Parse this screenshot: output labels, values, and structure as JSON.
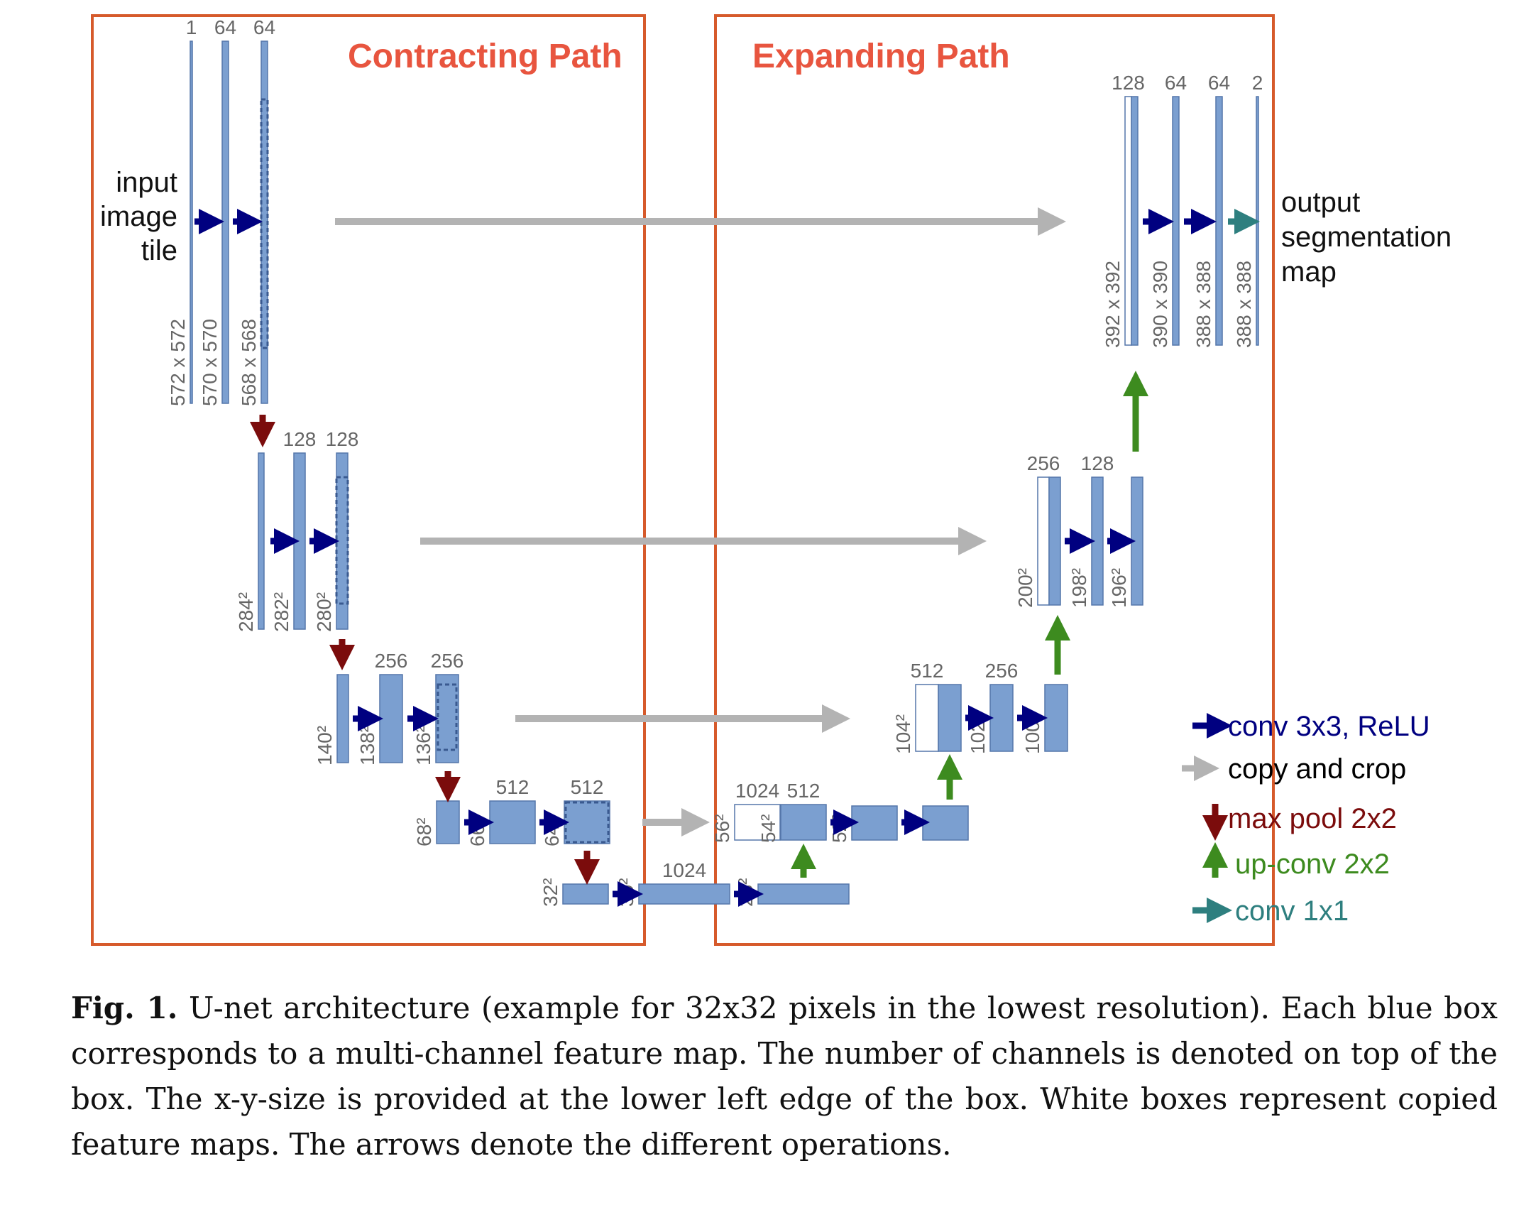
{
  "sections": {
    "contracting": "Contracting Path",
    "expanding": "Expanding Path"
  },
  "input_label": [
    "input",
    "image",
    "tile"
  ],
  "output_label": [
    "output",
    "segmentation",
    "map"
  ],
  "legend": [
    {
      "label": "conv 3x3, ReLU",
      "kind": "conv",
      "color": "#000080"
    },
    {
      "label": "copy and crop",
      "kind": "copy",
      "color": "#000000"
    },
    {
      "label": "max pool 2x2",
      "kind": "pool",
      "color": "#7b0c0c"
    },
    {
      "label": "up-conv 2x2",
      "kind": "up",
      "color": "#3d8b1f"
    },
    {
      "label": "conv 1x1",
      "kind": "conv1x1",
      "color": "#2e7f7f"
    }
  ],
  "levels": [
    {
      "name": "level1-contract",
      "maps": [
        {
          "channels": "1",
          "size": "572 x 572"
        },
        {
          "channels": "64",
          "size": "570 x 570"
        },
        {
          "channels": "64",
          "size": "568 x 568"
        }
      ]
    },
    {
      "name": "level2-contract",
      "maps": [
        {
          "channels": "",
          "size": "284²"
        },
        {
          "channels": "128",
          "size": "282²"
        },
        {
          "channels": "128",
          "size": "280²"
        }
      ]
    },
    {
      "name": "level3-contract",
      "maps": [
        {
          "channels": "",
          "size": "140²"
        },
        {
          "channels": "256",
          "size": "138²"
        },
        {
          "channels": "256",
          "size": "136²"
        }
      ]
    },
    {
      "name": "level4-contract",
      "maps": [
        {
          "channels": "",
          "size": "68²"
        },
        {
          "channels": "512",
          "size": "66²"
        },
        {
          "channels": "512",
          "size": "64²"
        }
      ]
    },
    {
      "name": "bottleneck",
      "maps": [
        {
          "channels": "",
          "size": "32²"
        },
        {
          "channels": "1024",
          "size": "30²"
        },
        {
          "channels": "",
          "size": "28²"
        }
      ]
    },
    {
      "name": "level4-expand",
      "maps": [
        {
          "channels": "1024",
          "size": "56²"
        },
        {
          "channels": "512",
          "size": "54²"
        },
        {
          "channels": "",
          "size": "52²"
        }
      ]
    },
    {
      "name": "level3-expand",
      "maps": [
        {
          "channels": "512",
          "size": "104²"
        },
        {
          "channels": "256",
          "size": "102²"
        },
        {
          "channels": "",
          "size": "100²"
        }
      ]
    },
    {
      "name": "level2-expand",
      "maps": [
        {
          "channels": "256",
          "size": "200²"
        },
        {
          "channels": "128",
          "size": "198²"
        },
        {
          "channels": "",
          "size": "196²"
        }
      ]
    },
    {
      "name": "level1-expand",
      "maps": [
        {
          "channels": "128",
          "size": "392 x 392"
        },
        {
          "channels": "64",
          "size": "390 x 390"
        },
        {
          "channels": "64",
          "size": "388 x 388"
        },
        {
          "channels": "2",
          "size": "388 x 388"
        }
      ]
    }
  ],
  "caption": {
    "label": "Fig. 1.",
    "text": "U-net architecture (example for 32x32 pixels in the lowest resolution). Each blue box corresponds to a multi-channel feature map. The number of channels is denoted on top of the box. The x-y-size is provided at the lower left edge of the box. White boxes represent copied feature maps. The arrows denote the different operations."
  },
  "colors": {
    "box_fill": "#7b9fd0",
    "box_stroke": "#5577aa",
    "frame": "#d65a2b",
    "section_title": "#e8553f",
    "label_grey": "#666666",
    "copy_arrow": "#b3b3b3"
  }
}
